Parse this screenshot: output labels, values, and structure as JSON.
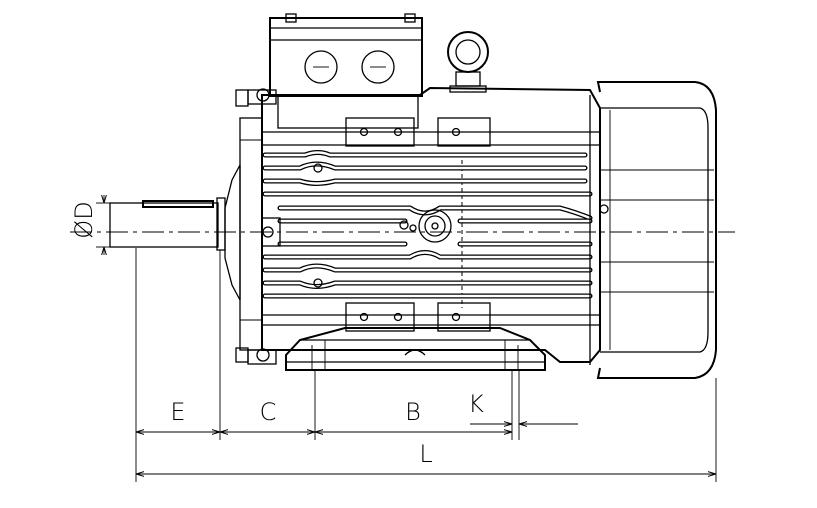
{
  "drawing": {
    "dimension_labels": {
      "D": "ØD",
      "E": "E",
      "C": "C",
      "B": "B",
      "K": "K",
      "L": "L"
    }
  }
}
